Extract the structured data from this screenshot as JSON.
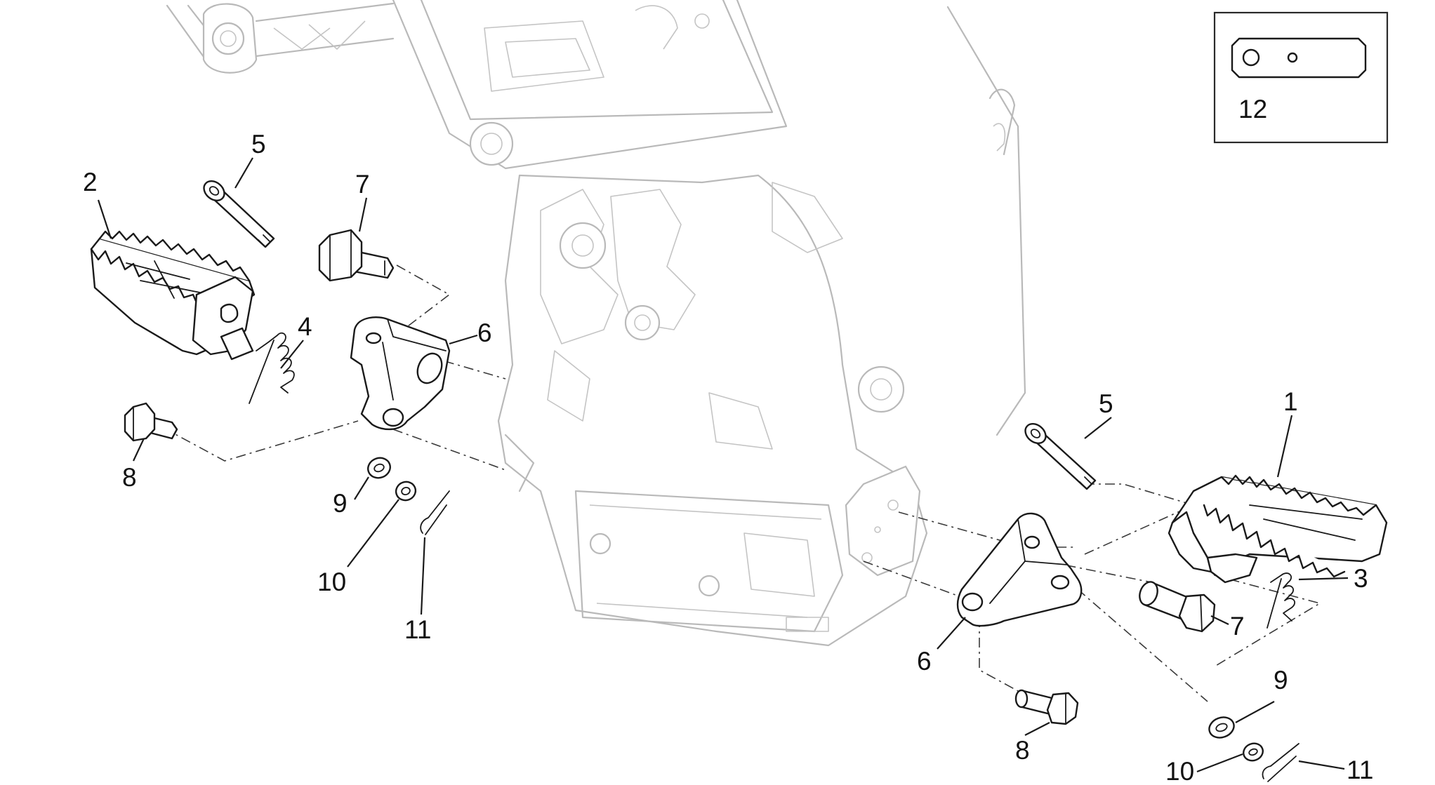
{
  "callouts": {
    "left_2": "2",
    "left_5": "5",
    "left_7": "7",
    "left_4": "4",
    "left_6": "6",
    "left_8": "8",
    "left_9": "9",
    "left_10": "10",
    "left_11": "11",
    "right_5": "5",
    "right_1": "1",
    "right_3": "3",
    "right_7": "7",
    "right_6": "6",
    "right_8": "8",
    "right_9": "9",
    "right_10": "10",
    "right_11": "11"
  },
  "inset": {
    "label": "12"
  }
}
